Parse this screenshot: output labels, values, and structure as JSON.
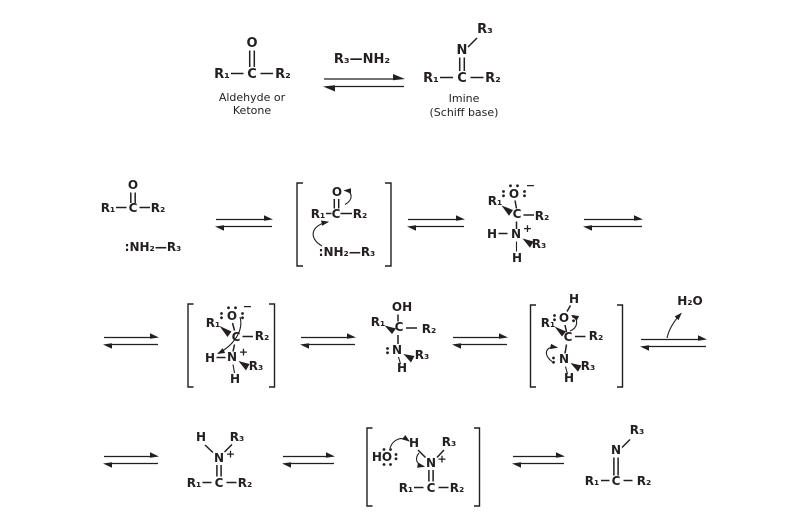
{
  "figure": {
    "background_color": "#ffffff",
    "ink_color": "#231f20",
    "subject": "Imine (Schiff base) formation mechanism"
  },
  "overview": {
    "substrate": {
      "o": "O",
      "r1": "R₁",
      "c": "C",
      "r2": "R₂",
      "caption1": "Aldehyde or",
      "caption2": "Ketone"
    },
    "reagent_label": "R₃—NH₂",
    "product": {
      "r3": "R₃",
      "n": "N",
      "r1": "R₁",
      "c": "C",
      "r2": "R₂",
      "caption1": "Imine",
      "caption2": "(Schiff base)"
    }
  },
  "mechanism": {
    "row1": {
      "carbonyl": {
        "o": "O",
        "r1": "R₁",
        "c": "C",
        "r2": "R₂"
      },
      "amine": ":NH₂—R₃",
      "attack": {
        "o": "O",
        "r1": "R₁",
        "c": "C",
        "r2": "R₂",
        "amine": ":NH₂—R₃"
      },
      "zwitterion": {
        "o": "O",
        "minus": "−",
        "r1": "R₁",
        "c": "C",
        "r2": "R₂",
        "h_left": "H",
        "n": "N",
        "plus": "+",
        "r3": "R₃",
        "h_bottom": "H"
      }
    },
    "row2": {
      "proton_shift": {
        "o": "O",
        "minus": "−",
        "r1": "R₁",
        "c": "C",
        "r2": "R₂",
        "h_left": "H",
        "n": "N",
        "plus": "+",
        "r3": "R₃",
        "h_bottom": "H"
      },
      "carbinolamine": {
        "oh": "OH",
        "r1": "R₁",
        "c": "C",
        "r2": "R₂",
        "n": "N",
        "r3": "R₃",
        "h": "H"
      },
      "dehydration": {
        "h_top": "H",
        "o": "O",
        "r1": "R₁",
        "c": "C",
        "r2": "R₂",
        "n": "N",
        "r3": "R₃",
        "h": "H"
      },
      "water": "H₂O"
    },
    "row3": {
      "iminium": {
        "h": "H",
        "r3": "R₃",
        "n": "N",
        "plus": "+",
        "r1": "R₁",
        "c": "C",
        "r2": "R₂"
      },
      "deprotonation": {
        "base": "HO",
        "h": "H",
        "r3": "R₃",
        "n": "N",
        "plus": "+",
        "r1": "R₁",
        "c": "C",
        "r2": "R₂"
      },
      "product": {
        "r3": "R₃",
        "n": "N",
        "r1": "R₁",
        "c": "C",
        "r2": "R₂"
      }
    }
  }
}
